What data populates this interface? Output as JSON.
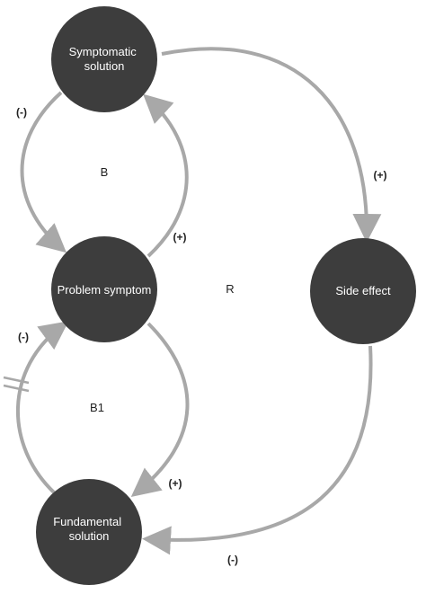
{
  "colors": {
    "node_fill": "#3d3d3d",
    "arrow": "#a8a8a8",
    "node_text": "#ffffff",
    "label_text": "#222222"
  },
  "nodes": {
    "symptomatic_solution": {
      "line1": "Symptomatic",
      "line2": "solution"
    },
    "problem_symptom": {
      "label": "Problem symptom"
    },
    "side_effect": {
      "label": "Side effect"
    },
    "fundamental_solution": {
      "line1": "Fundamental",
      "line2": "solution"
    }
  },
  "loops": {
    "b": "B",
    "b1": "B1",
    "r": "R"
  },
  "polarities": {
    "symptomatic_to_problem": "(-)",
    "problem_to_symptomatic": "(+)",
    "symptomatic_to_side_effect": "(+)",
    "fundamental_to_problem": "(-)",
    "problem_to_fundamental": "(+)",
    "side_effect_to_fundamental": "(-)"
  }
}
